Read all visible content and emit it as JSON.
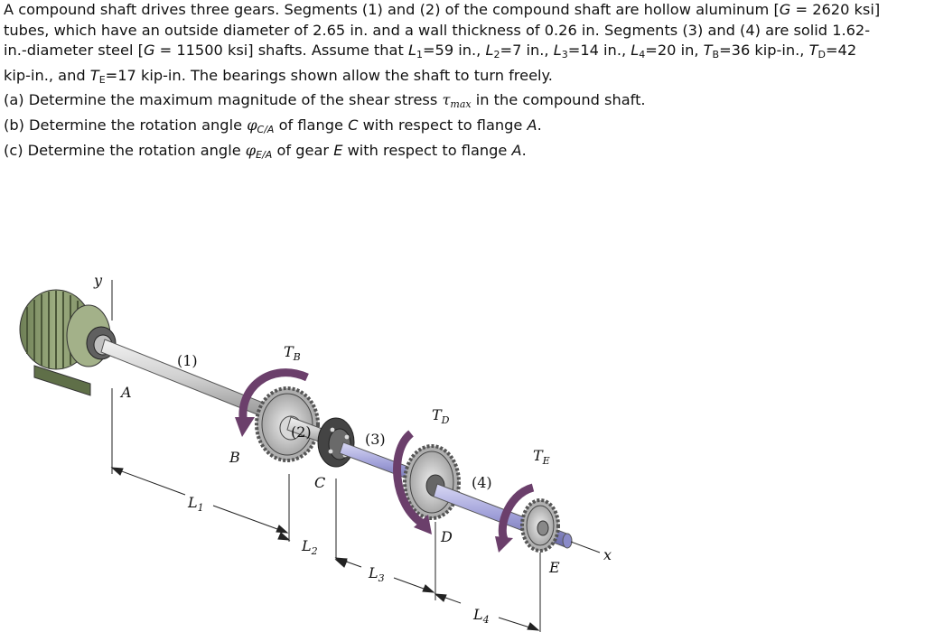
{
  "problem": {
    "line1": "A compound shaft drives three gears. Segments (1) and (2) of the compound shaft are hollow aluminum [",
    "line1_G": "G",
    "line1_end": " = 2620 ksi]",
    "line2": "tubes, which have an outside diameter of 2.65 in. and a wall thickness of 0.26 in. Segments (3) and (4) are solid 1.62-",
    "line3_a": "in.-diameter steel [",
    "line3_G": "G",
    "line3_b": " = 11500 ksi] shafts. Assume that ",
    "L1": "L",
    "L1_sub": "1",
    "L1_val": "=59 in., ",
    "L2": "L",
    "L2_sub": "2",
    "L2_val": "=7 in., ",
    "L3": "L",
    "L3_sub": "3",
    "L3_val": "=14 in., ",
    "L4": "L",
    "L4_sub": "4",
    "L4_val": "=20 in, ",
    "TB": "T",
    "TB_sub": "B",
    "TB_val": "=36 kip-in., ",
    "TD": "T",
    "TD_sub": "D",
    "TD_val": "=42",
    "line4_a": "kip-in., and ",
    "TE": "T",
    "TE_sub": "E",
    "TE_val": "=17 kip-in. The bearings shown allow the shaft to turn freely.",
    "qa_a": "(a) Determine the maximum magnitude of the shear stress ",
    "qa_tau": "τ",
    "qa_tau_sub": "max",
    "qa_b": " in the compound shaft.",
    "qb_a": "(b) Determine the rotation angle ",
    "qb_phi": "φ",
    "qb_phi_sub": "C/A",
    "qb_b": " of flange ",
    "qb_C": "C",
    "qb_c": " with respect to flange ",
    "qb_A": "A",
    "qb_d": ".",
    "qc_a": "(c) Determine the rotation angle ",
    "qc_phi": "φ",
    "qc_phi_sub": "E/A",
    "qc_b": " of gear ",
    "qc_E": "E",
    "qc_c": " with respect to flange ",
    "qc_A": "A",
    "qc_d": "."
  },
  "diagram": {
    "labels": {
      "y": "y",
      "x": "x",
      "A": "A",
      "B": "B",
      "C": "C",
      "D": "D",
      "E": "E",
      "seg1": "(1)",
      "seg2": "(2)",
      "seg3": "(3)",
      "seg4": "(4)",
      "TB": "T",
      "TB_sub": "B",
      "TD": "T",
      "TD_sub": "D",
      "TE": "T",
      "TE_sub": "E",
      "L1": "L",
      "L1_sub": "1",
      "L2": "L",
      "L2_sub": "2",
      "L3": "L",
      "L3_sub": "3",
      "L4": "L",
      "L4_sub": "4"
    },
    "colors": {
      "motor": "#8a9a6e",
      "aluminum": "#bcbcbc",
      "steel": "#9a9ad8",
      "gear": "#c8c8c8",
      "torque_arrow": "#6b3f6b"
    }
  }
}
